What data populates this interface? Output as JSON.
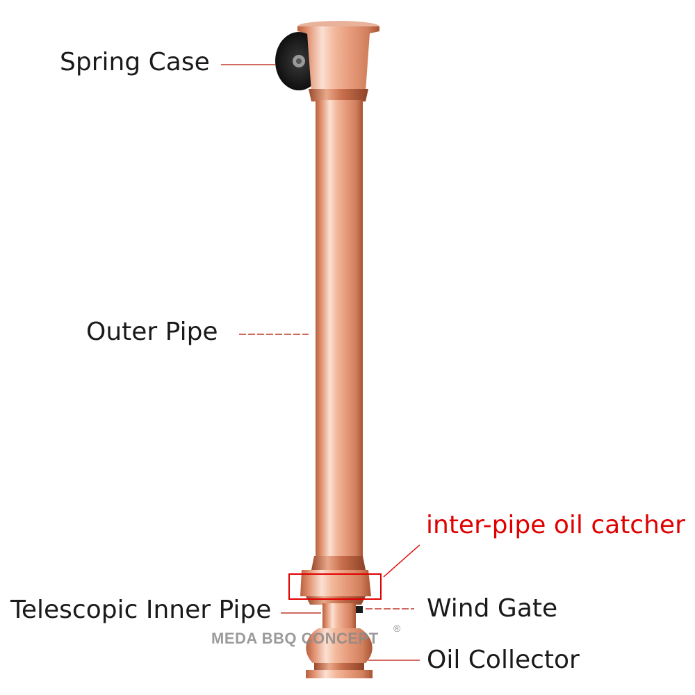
{
  "labels": {
    "spring_case": "Spring Case",
    "outer_pipe": "Outer Pipe",
    "oil_catcher": "inter-pipe oil catcher",
    "telescopic_inner_pipe": "Telescopic Inner Pipe",
    "wind_gate": "Wind Gate",
    "oil_collector": "Oil Collector"
  },
  "watermark": {
    "brand": "MEDA BBQ CONCEPT",
    "registered_mark": "®"
  },
  "colors": {
    "text": "#1a1a1a",
    "highlight": "#e00000",
    "leader_line": "#c0392b",
    "copper_light": "#f6c8b2",
    "copper_mid": "#e09070",
    "copper_dark": "#b8603e",
    "spring_case": "#1b1b1b"
  },
  "icons": {
    "spring_case": "spring-case-wheel-icon",
    "wind_gate_knob": "knob-icon"
  }
}
